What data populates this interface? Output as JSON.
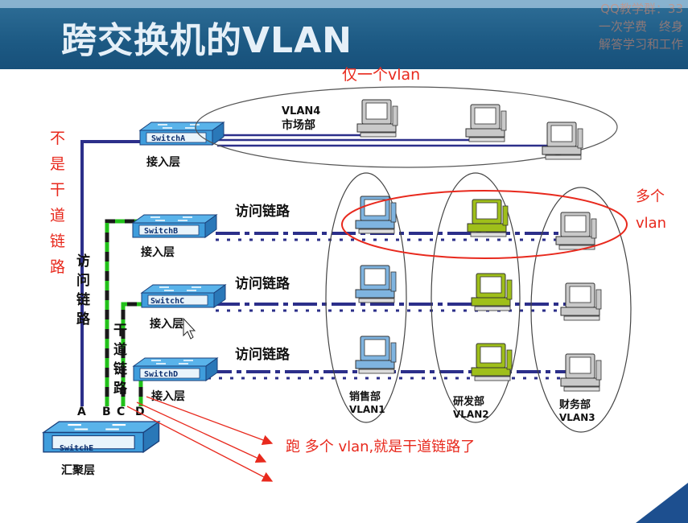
{
  "title": "跨交换机的VLAN",
  "watermark": [
    "QQ教学群：33",
    "一次学费　终身",
    "解答学习和工作"
  ],
  "switches": {
    "a": "SwitchA",
    "b": "SwitchB",
    "c": "SwitchC",
    "d": "SwitchD",
    "e": "SwitchE"
  },
  "layers": {
    "access": "接入层",
    "aggregation": "汇聚层"
  },
  "vlan4": {
    "name": "VLAN4",
    "dept": "市场部"
  },
  "groups": {
    "sales": {
      "dept": "销售部",
      "vlan": "VLAN1"
    },
    "rd": {
      "dept": "研发部",
      "vlan": "VLAN2"
    },
    "finance": {
      "dept": "财务部",
      "vlan": "VLAN3"
    }
  },
  "access_link": "访问链路",
  "access_link_vertical": [
    "访",
    "问",
    "链",
    "路"
  ],
  "trunk_link_vertical": [
    "干",
    "道",
    "链",
    "路"
  ],
  "port_letters": [
    "A",
    "B",
    "C",
    "D"
  ],
  "annotations": {
    "only_one_vlan": "仅一个vlan",
    "not_trunk": [
      "不",
      "是",
      "干",
      "道",
      "链",
      "路"
    ],
    "multi_vlan_1": "多个",
    "multi_vlan_2": "vlan",
    "trunk_note": "跑 多个 vlan,就是干道链路了"
  },
  "colors": {
    "sales_pc": "#7fb4e0",
    "rd_pc": "#9fbf1a",
    "other_pc": "#c9c9c9",
    "annotation": "#e8291d"
  }
}
